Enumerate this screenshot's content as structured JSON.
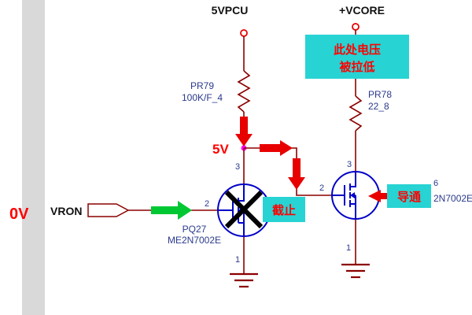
{
  "diagram_title": "MOSFET power-sequence schematic (2N7002E cutoff / conduction analysis)",
  "labels": {
    "zero_v": "0V",
    "vron": "VRON",
    "supply_5vpcu": "5VPCU",
    "supply_vcore": "+VCORE",
    "r1_ref": "PR79",
    "r1_val": "100K/F_4",
    "r2_ref": "PR78",
    "r2_val": "22_8",
    "q1_ref": "PQ27",
    "q1_val": "ME2N7002E",
    "q2_pin6": "6",
    "q2_val": "2N7002E",
    "node_5v": "5V",
    "cutoff": "截止",
    "conducting": "导通",
    "pulled_low_line1": "此处电压",
    "pulled_low_line2": "被拉低"
  },
  "pins": {
    "q1_gate": "2",
    "q1_drain": "3",
    "q1_source": "1",
    "q2_gate": "2",
    "q2_drain": "3",
    "q2_source": "1"
  },
  "colors": {
    "wire": "#8b0000",
    "device_blue": "#0000c8",
    "label_blue": "#2b3a8c",
    "highlight_cyan": "#27d3d3",
    "arrow_red": "#e80000",
    "arrow_green": "#00c833",
    "node_magenta": "#ff00ff",
    "text_red": "#ff0000",
    "strip_gray": "#d9d9d9"
  }
}
